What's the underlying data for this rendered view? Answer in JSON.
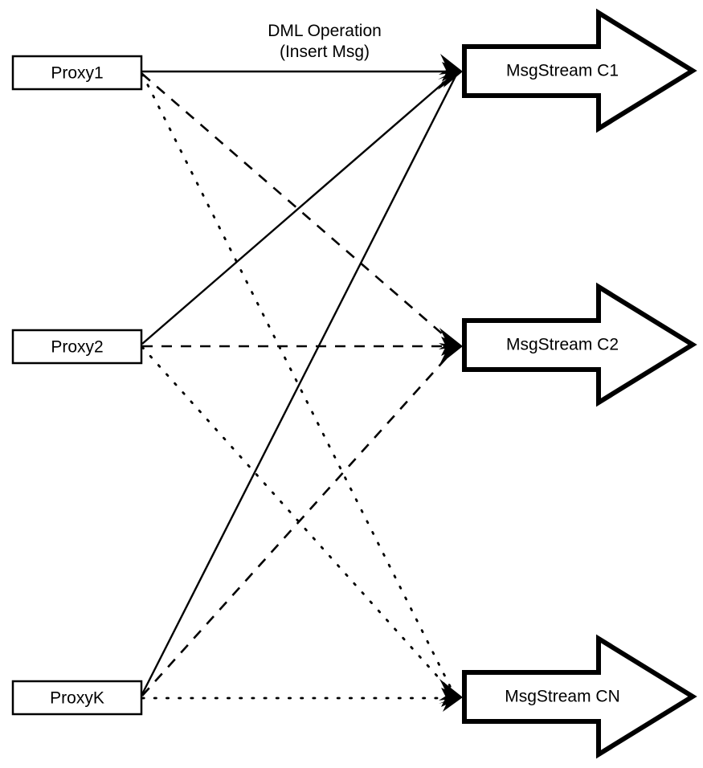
{
  "diagram": {
    "title": "Proxy to MsgStream DML routing diagram",
    "annotation": {
      "line1": "DML Operation",
      "line2": "(Insert Msg)"
    },
    "proxies": [
      {
        "id": "proxy1",
        "label": "Proxy1"
      },
      {
        "id": "proxy2",
        "label": "Proxy2"
      },
      {
        "id": "proxyk",
        "label": "ProxyK"
      }
    ],
    "streams": [
      {
        "id": "c1",
        "label": "MsgStream C1",
        "line_style": "solid"
      },
      {
        "id": "c2",
        "label": "MsgStream C2",
        "line_style": "dashed"
      },
      {
        "id": "cn",
        "label": "MsgStream CN",
        "line_style": "dotted"
      }
    ],
    "links": [
      {
        "from": "proxy1",
        "to": "c1",
        "style": "solid"
      },
      {
        "from": "proxy1",
        "to": "c2",
        "style": "dashed"
      },
      {
        "from": "proxy1",
        "to": "cn",
        "style": "dotted"
      },
      {
        "from": "proxy2",
        "to": "c1",
        "style": "solid"
      },
      {
        "from": "proxy2",
        "to": "c2",
        "style": "dashed"
      },
      {
        "from": "proxy2",
        "to": "cn",
        "style": "dotted"
      },
      {
        "from": "proxyk",
        "to": "c1",
        "style": "solid"
      },
      {
        "from": "proxyk",
        "to": "c2",
        "style": "dashed"
      },
      {
        "from": "proxyk",
        "to": "cn",
        "style": "dotted"
      }
    ],
    "colors": {
      "stroke": "#000000",
      "background": "#ffffff",
      "text": "#000000"
    }
  }
}
